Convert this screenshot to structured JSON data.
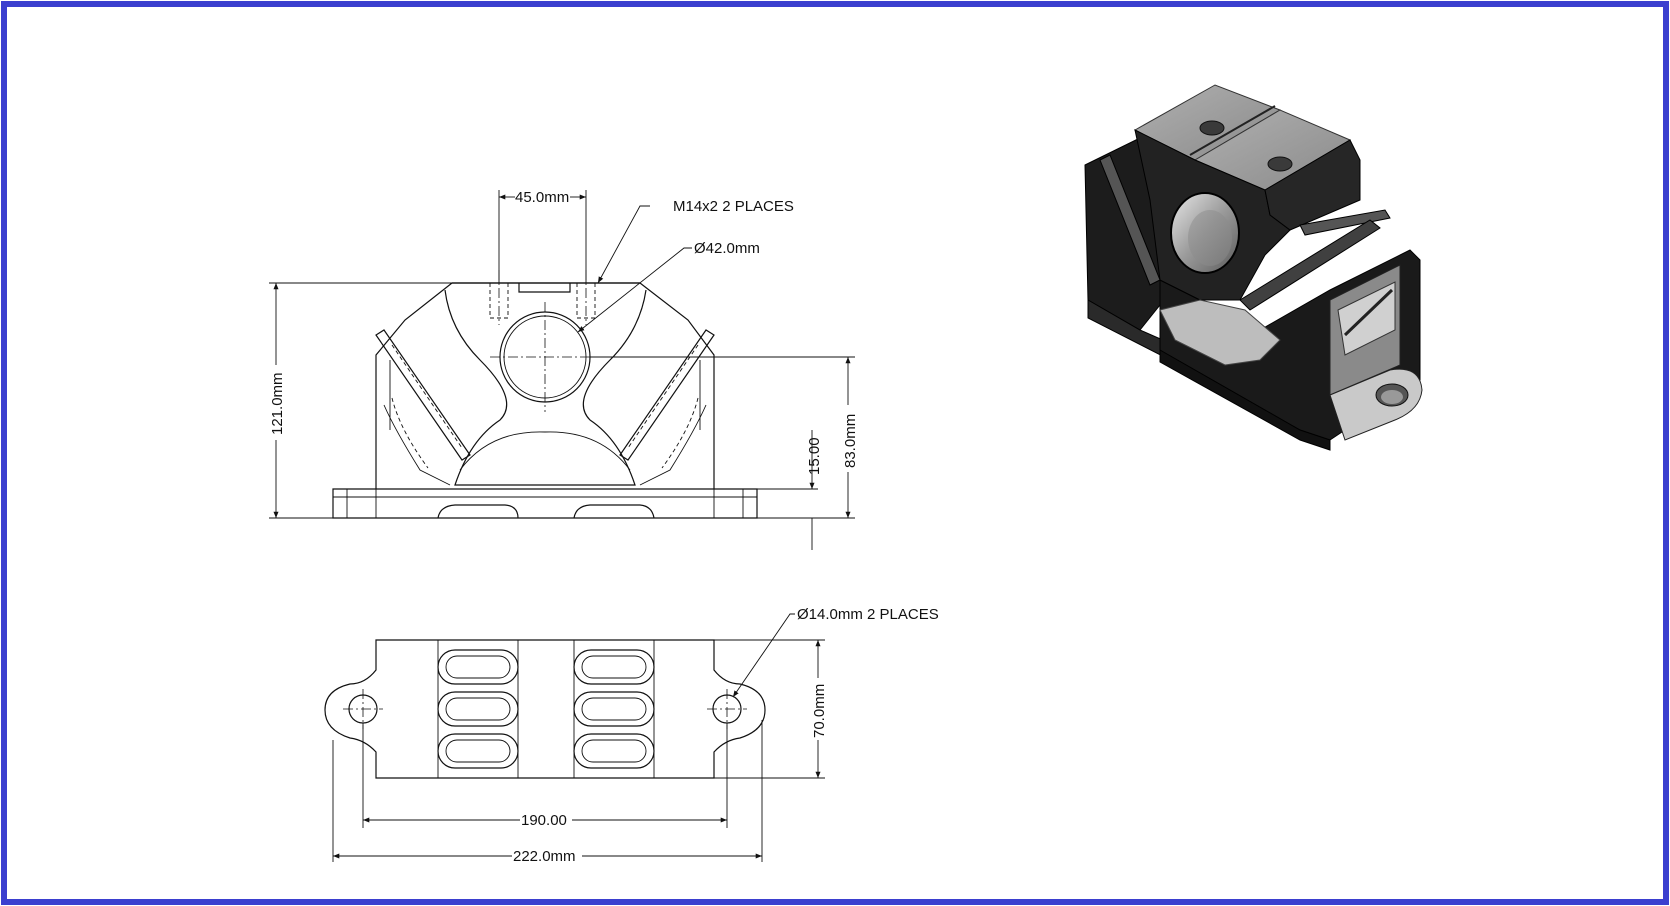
{
  "border_color": "#3b3fcf",
  "front_view": {
    "dim_top_spacing": "45.0mm",
    "callout_thread": "M14x2  2 PLACES",
    "callout_bore": "Ø42.0mm",
    "dim_overall_height": "121.0mm",
    "dim_bore_height": "83.0mm",
    "dim_base_height": "15.00"
  },
  "bottom_view": {
    "callout_holes": "Ø14.0mm 2 PLACES",
    "dim_depth": "70.0mm",
    "dim_hole_spacing": "190.00",
    "dim_overall_width": "222.0mm"
  },
  "iso_view": {
    "body_color": "#1c1c1c",
    "face_color": "#9b9b9b"
  }
}
